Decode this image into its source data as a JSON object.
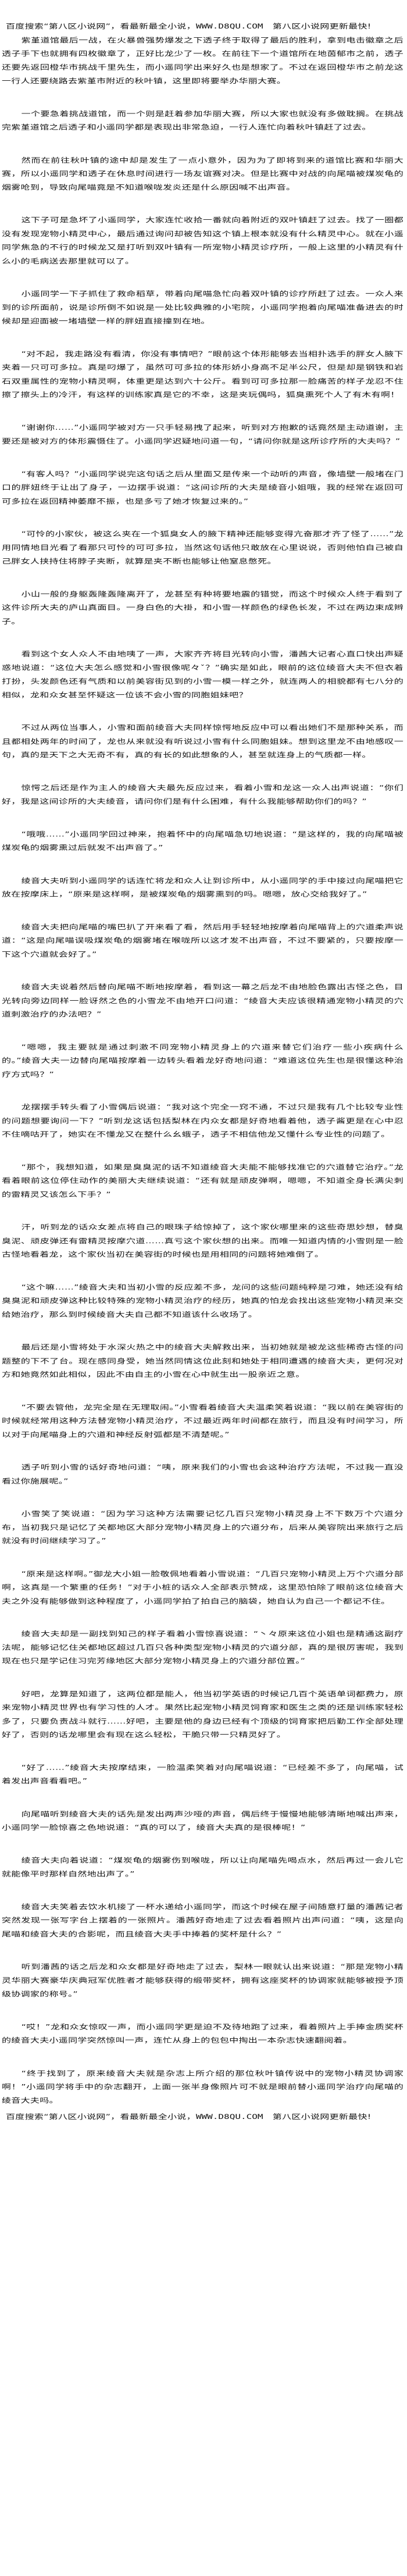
{
  "banner": {
    "prefix": "百度搜索“第八区小说网”，看最新最全小说，",
    "url": "WWW.D8QU.COM",
    "suffix": "　第八区小说网更新最快!"
  },
  "paragraphs": [
    "紫堇道馆最后一战，在火暴兽强势爆发之下透子终于取得了最后的胜利，拿到电击徽章之后透子手下也就拥有四枚徽章了，正好比龙少了一枚。在前往下一个道馆所在地茵郁市之前，透子还要先返回橙华市挑战千里先生，而小遥同学出来好久也是想家了。不过在返回橙华市之前龙这一行人还要绕路去紫堇市附近的秋叶镇，这里即将要举办华丽大赛。",
    "一个要急着挑战道馆，而一个则是赶着参加华丽大赛，所以大家也就没有多做耽搁。在挑战完紫堇道馆之后透子和小遥同学都是表现出非常急迫，一行人连忙向着秋叶镇赶了过去。",
    "然而在前往秋叶镇的途中却是发生了一点小意外，因为为了即将到来的道馆比赛和华丽大赛，所以小遥同学和透子在休息时间进行一场友谊赛对决。但是比赛中对战的向尾喵被煤炭龟的烟雾呛到，导致向尾喵竟是不知道喉咙发炎还是什么原因喊不出声音。",
    "这下子可是急坏了小遥同学，大家连忙收拾一番就向着附近的双叶镇赶了过去。找了一圈都没有发现宠物小精灵中心，最后通过询问却被告知这个镇上根本就没有什么精灵中心。就在小遥同学焦急的不行的时候龙又是打听到双叶镇有一所宠物小精灵诊疗所，一般上这里的小精灵有什么小的毛病送去那里就可以了。",
    "小遥同学一下子抓住了救命稻草，带着向尾喵急忙向着双叶镇的诊疗所赶了过去。一众人来到的诊所面前，说是诊所倒不如说是一处比较典雅的小宅院，小遥同学抱着向尾喵准备进去的时候却是迎面被一堵墙壁一样的胖妞直接撞到在地。",
    "“对不起，我走路没有看清，你没有事情吧？”眼前这个体形能够去当相扑选手的胖女人腋下夹着一只可可多拉。真是叼爆了，虽然可可多拉的体形娇小身高不足半公尺，但是却是钢铁和岩石双重属性的宠物小精灵啊，体重更是达到六十公斤。看到可可多拉那一脸痛苦的样子龙忍不住擦了擦头上的冷汗，有这样的训练家真是它的不幸，这是夹玩偶吗，狐臭熏死个人了有木有啊！",
    "“谢谢你……”小遥同学被对方一只手轻易拽了起来，听到对方抱歉的话竟然是主动道谢，主要还是被对方的体形震慑住了。小遥同学迟疑地问道一句，“请问你就是这所诊疗所的大夫吗？”",
    "“有客人吗？”小遥同学说完这句话之后从里面又是传来一个动听的声音，像墙壁一般堵在门口的胖妞终于让出了身子，一边摆手说道：“这间诊所的大夫是绫音小姐哦，我的经常在返回可可多拉在返回精神萎靡不振，也是多亏了她才恢复过来的。”",
    "“可怜的小家伙，被这么夹在一个狐臭女人的腋下精神还能够变得亢奋那才齐了怪了……”龙用同情地目光看了看那只可怜的可可多拉，当然这句话他只敢放在心里说说，否则他怕自己被自己胖女人挟持住将脖子夹断，就算是夹不断也能够让他窒息憋死。",
    "小山一般的身躯轰隆轰隆离开了，龙甚至有种将要地震的错觉，而这个时候众人终于看到了这件诊所大夫的庐山真面目。一身白色的大褂，和小雪一样颜色的绿色长发，不过在两边束成辫子。",
    "看到这个女人众人不由地咦了一声，大家齐齐将目光转向小雪，潘茜大记者心直口快出声疑惑地说道：“这位大夫怎么感觉和小雪很像呢々ˇ？”确实是如此，眼前的这位绫音大夫不但衣着打扮，头发颜色还有气质和以前美容街见到的小雪一模一样之外，就连两人的相貌都有七八分的相似，龙和众女甚至怀疑这一位该不会小雪的同胞姐妹吧？",
    "不过从两位当事人，小雪和面前绫音大夫同样惊愕地反应中可以看出她们不是那种关系，而且都相处两年的时间了，龙也从来就没有听说过小雪有什么同胞姐妹。想到这里龙不由地感叹一句，真的是天下之大无奇不有，真的有长的如此想象的人，甚至就连身上的气质都一样。",
    "惊愕之后还是作为主人的绫音大夫最先反应过来，看着小雪和龙这一众人出声说道：“你们好，我是这间诊所的大夫绫音，请问你们是有什么困难，有什么我能够帮助你们的吗？”",
    "“哦哦……”小遥同学回过神来，抱着怀中的向尾喵急切地说道：“是这样的，我的向尾喵被煤炭龟的烟雾熏过后就发不出声音了。”",
    "绫音大夫听到小遥同学的话连忙将龙和众人让到诊所中，从小遥同学的手中接过向尾喵把它放在按摩床上，“原来是这样啊，是被煤炭龟的烟雾熏到的吗。嗯嗯，放心交给我好了。”",
    "绫音大夫把向尾喵的嘴巴扒了开来看了看，然后用手轻轻地按摩着向尾喵背上的穴道柔声说道：“这是向尾喵误吸煤炭龟的烟雾堵在喉咙所以这才发不出声音，不过不要紧的，只要按摩一下这个穴道就会好了。”",
    "绫音大夫说着然后替向尾喵不断地按摩着，看到这一幕之后龙不由地脸色露出古怪之色，目光转向旁边同样一脸讶然之色的小雪龙不由地开口问道：“绫音大夫应该很精通宠物小精灵的穴道刺激治疗的办法吧？”",
    "“嗯嗯，我主要就是通过刺激不同宠物小精灵身上的穴道来替它们治疗一些小疾病什么的。”绫音大夫一边替向尾喵按摩着一边转头看着龙好奇地问道：“难道这位先生也是很懂这种治疗方式吗？”",
    "龙摆摆手转头看了小雪偶后说道：“我对这个完全一窍不通，不过只是我有几个比较专业性的问题想要询问一下？”听到龙这话包括梨林在内众女都是好奇地看着他，透子酱更是在心中忍不住嘀咕开了，她实在不懂龙又在整什么幺蛾子，透子不相信他龙又懂什么专业性的问题了。",
    "“那个，我想知道，如果是臭臭泥的话不知道绫音大夫能不能够找准它的穴道替它治疗。”龙看着眼前这位停住动作的美丽大夫继续说道：“还有就是顽皮弹啊，嗯嗯，不知道全身长满尖刺的雷精灵又该怎么下手？”",
    "汗，听到龙的话众女差点将自己的眼珠子给惊掉了，这个家伙哪里来的这些奇思妙想，替臭臭泥、顽皮弹还有雷精灵按摩穴道……真亏这个家伙想的出来。而唯一知道内情的小雪则是一脸古怪地看着龙，这个家伙当初在美容街的时候也是用相同的问题将她难倒了。",
    "“这个嘛……”绫音大夫和当初小雪的反应差不多，龙问的这些问题纯粹是刁难，她还没有给臭臭泥和顽皮弹这种比较特殊的宠物小精灵治疗的经历，她真的怕龙会找出这些宠物小精灵来交给她治疗，那么到时候绫音大夫自己都不知道该什么收场了。",
    "最后还是小雪将处于水深火热之中的绫音大夫解救出来，当初她就是被龙这些稀奇古怪的问题整的下不了台。现在感同身受，她当然同情这位此刻和她处于相同遭遇的绫音大夫，更何况对方和她竟然如此相似，因此不由自主的小雪在心中就生出一股亲近之意。",
    "“不要去管他，龙完全是在无理取闹。”小雪看着绫音大夫温柔笑着说道：“我以前在美容街的时候就经常用这种方法替宠物小精灵治疗，不过最近两年时间都在旅行，而且没有时间学习，所以对于向尾喵身上的穴道和神经反射弧都是不清楚呢。”",
    "透子听到小雪的话好奇地问道：“咦，原来我们的小雪也会这种治疗方法呢，不过我一直没看过你施展呢。”",
    "小雪笑了笑说道：“因为学习这种方法需要记忆几百只宠物小精灵身上不下数万个穴道分布，当初我只是记忆了关都地区大部分宠物小精灵身上的穴道分布，后来从美容院出来旅行之后就没有时间继续学习了。”",
    "“原来是这样啊。”御龙大小姐一脸敬佩地看着小雪说道：“几百只宠物小精灵上万个穴道分部啊，这真是一个繁重的任务！”对于小桩的话众人全部表示赞成，这里恐怕除了眼前这位绫音大夫之外没有能够做到这种程度了，小遥同学拍了拍自己的脑袋，她自认为自己一个都记不住。",
    "绫音大夫却是一副找到知己的样子看着小雪惊喜说道：“丶々原来这位小姐也是精通这副疗法呢，能够记忆住关都地区超过几百只各种类型宠物小精灵的穴道分部，真的是很厉害呢，我到现在也只是学记住习完芳缘地区大部分宠物小精灵身上的穴道分部位置。”",
    "好吧，龙算是知道了，这两位都是能人，他当初学英语的时候记几百个英语单词都费力，原来宠物小精灵世界也有学习性的人才。果然比起宠物小精灵饲育家和医生之类的还是训练家轻松多了，只要负责战斗就行……好吧，主要是他的身边已经有个顶级的饲育家把后勤工作全部处理好了，否则的话龙哪里会有现在这么轻松，干脆只带一只精灵好了。",
    "“好了……”绫音大夫按摩结束，一脸温柔笑着对向尾喵说道：“已经差不多了，向尾喵，试着发出声音看看吧。”",
    "向尾喵听到绫音大夫的话先是发出两声沙哑的声音，偶后终于慢慢地能够清晰地喊出声来，小遥同学一脸惊喜之色地说道：“真的可以了，绫音大夫真的是很棒呢！”",
    "绫音大夫向着说道：“煤炭龟的烟雾伤到喉咙，所以让向尾喵先喝点水，然后再过一会儿它就能像平时那样自然地出声了。”",
    "绫音大夫笑着去饮水机接了一杯水递给小遥同学，而这个时候在屋子间随意打量的潘茜记者突然发现一张写字台上摆着的一张照片。潘茜好奇地走了过去看着照片出声问道：“咦，这是向尾喵和绫音大夫的合影呢，而且绫音大夫手中捧着的奖杯是什么？”",
    "听到潘茜的话之后龙和众女都是好奇地走了过去，梨林一眼就认出来说道：“那是宠物小精灵华丽大赛豪华庆典冠军优胜者才能够获得的缎带奖杯，拥有这座奖杯的协调家就能够被授予顶级协调家的称号。”",
    "“哎！”龙和众女惊叹一声，而小遥同学更是迫不及待地跑了过来，看着照片上手捧金质奖杯的绫音大夫小遥同学突然惊叫一声，连忙从身上的包包中掏出一本杂志快速翻阅着。",
    "“终于找到了，原来绫音大夫就是杂志上所介绍的那位秋叶镇传说中的宠物小精灵协调家啊！”小遥同学将手中的杂志翻开，上面一张半身像照片可不就是眼前替小遥同学治疗向尾喵的绫音大夫吗。"
  ]
}
